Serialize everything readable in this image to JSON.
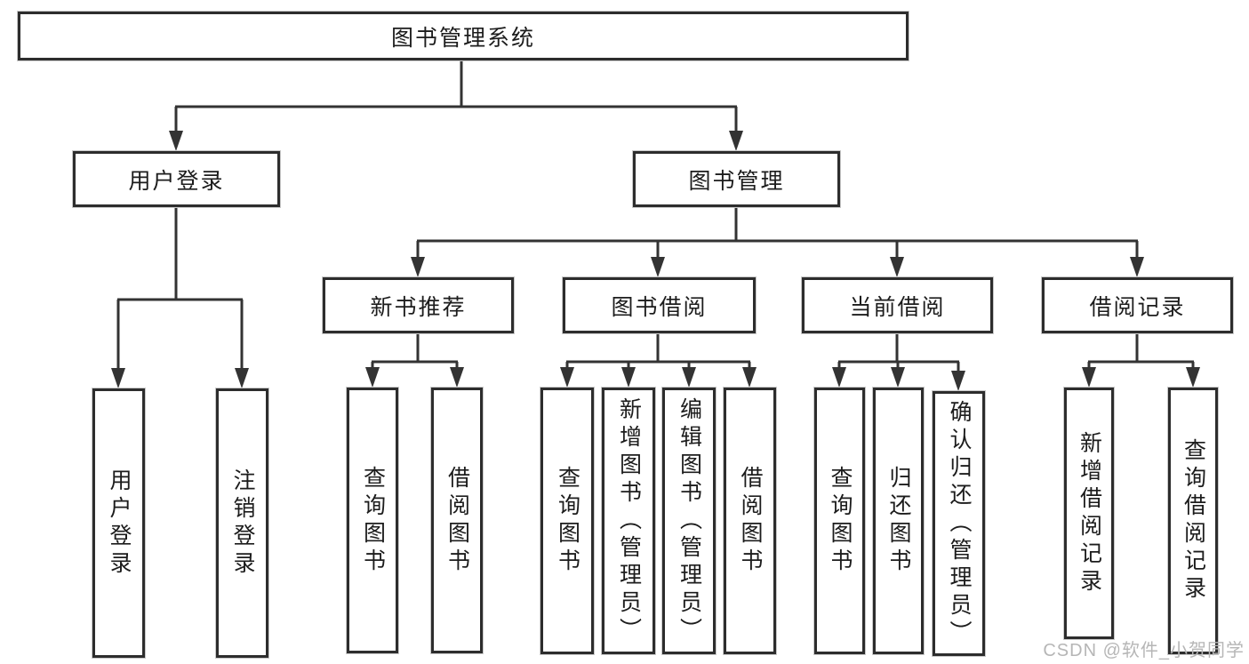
{
  "title_box": {
    "label": "图书管理系统"
  },
  "branches": {
    "user": {
      "label": "用户登录",
      "children": [
        {
          "label": "用户登录"
        },
        {
          "label": "注销登录"
        }
      ]
    },
    "book": {
      "label": "图书管理",
      "children": [
        {
          "label": "新书推荐",
          "children": [
            {
              "label": "查询图书"
            },
            {
              "label": "借阅图书"
            }
          ]
        },
        {
          "label": "图书借阅",
          "children": [
            {
              "label": "查询图书"
            },
            {
              "label": "新增图书（管理员）"
            },
            {
              "label": "编辑图书（管理员）"
            },
            {
              "label": "借阅图书"
            }
          ]
        },
        {
          "label": "当前借阅",
          "children": [
            {
              "label": "查询图书"
            },
            {
              "label": "归还图书"
            },
            {
              "label": "确认归还（管理员）"
            }
          ]
        },
        {
          "label": "借阅记录",
          "children": [
            {
              "label": "新增借阅记录"
            },
            {
              "label": "查询借阅记录"
            }
          ]
        }
      ]
    }
  },
  "watermark": {
    "text": "CSDN @软件_小贺同学"
  },
  "colors": {
    "line": "#333333",
    "box_border": "#2d2d2d",
    "text": "#1c1c1c",
    "background": "#ffffff",
    "watermark": "#b6b6b6"
  }
}
